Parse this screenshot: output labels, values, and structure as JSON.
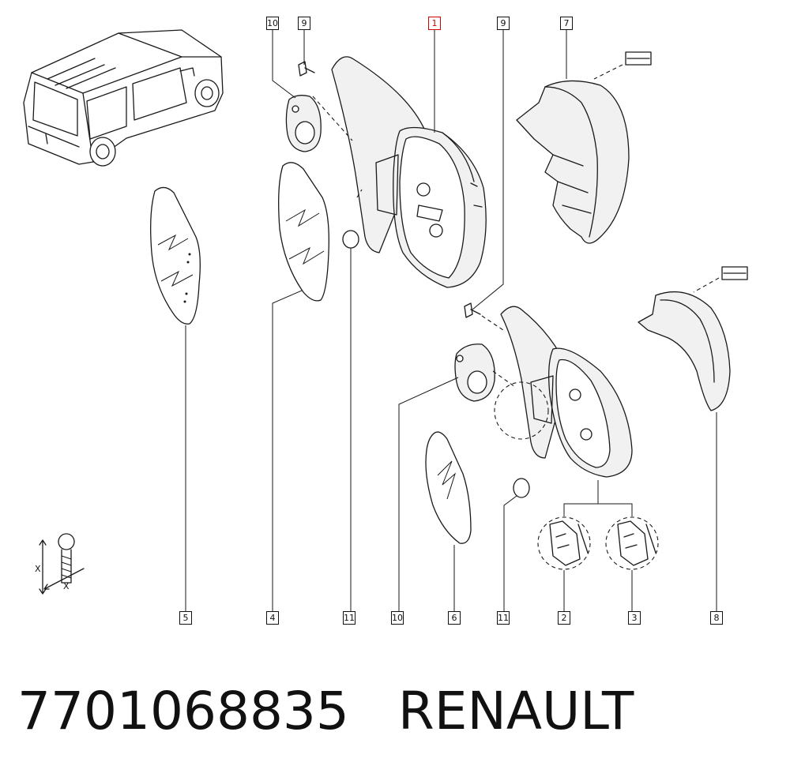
{
  "labels": {
    "l10a": "10",
    "l9a": "9",
    "l1": "1",
    "l9b": "9",
    "l7": "7",
    "l5": "5",
    "l4": "4",
    "l11a": "11",
    "l10b": "10",
    "l6": "6",
    "l11b": "11",
    "l2": "2",
    "l3": "3",
    "l8": "8"
  },
  "highlight_color": "#d40000",
  "dimension": {
    "x1": "X",
    "x2": "X"
  },
  "caption": {
    "part_number": "7701068835",
    "brand": "RENAULT"
  }
}
